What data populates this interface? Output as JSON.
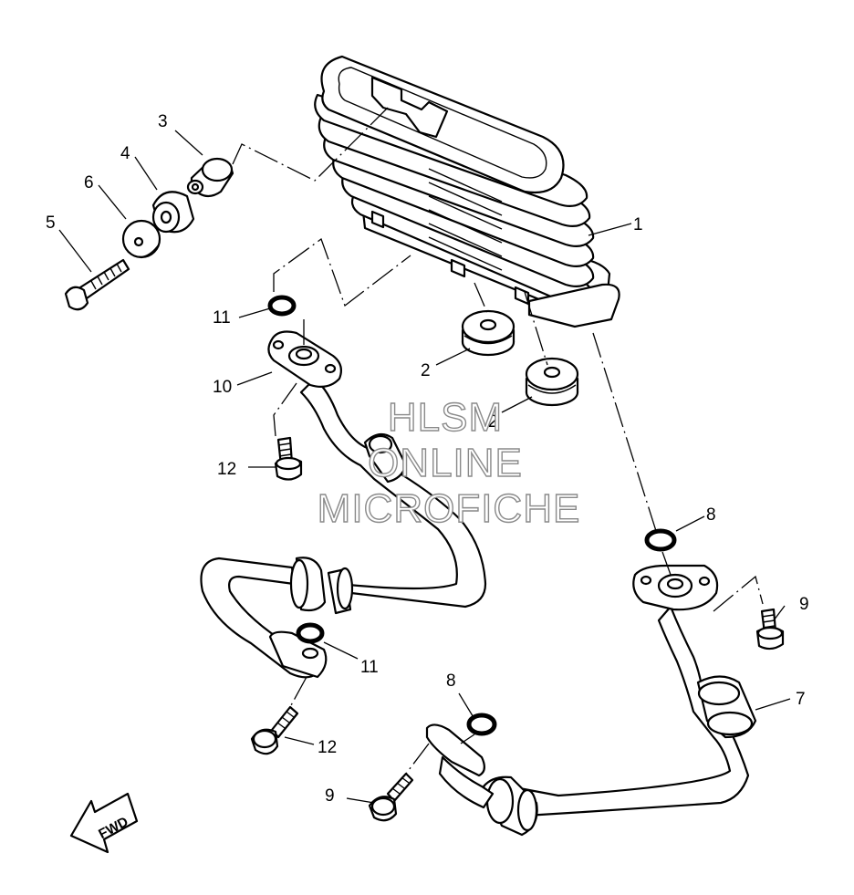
{
  "diagram": {
    "callouts": [
      {
        "id": "c1",
        "label": "1"
      },
      {
        "id": "c2",
        "label": "2"
      },
      {
        "id": "c2b",
        "label": "2"
      },
      {
        "id": "c3",
        "label": "3"
      },
      {
        "id": "c4",
        "label": "4"
      },
      {
        "id": "c5",
        "label": "5"
      },
      {
        "id": "c6",
        "label": "6"
      },
      {
        "id": "c7",
        "label": "7"
      },
      {
        "id": "c8a",
        "label": "8"
      },
      {
        "id": "c8b",
        "label": "8"
      },
      {
        "id": "c9a",
        "label": "9"
      },
      {
        "id": "c9b",
        "label": "9"
      },
      {
        "id": "c10",
        "label": "10"
      },
      {
        "id": "c11a",
        "label": "11"
      },
      {
        "id": "c11b",
        "label": "11"
      },
      {
        "id": "c12a",
        "label": "12"
      },
      {
        "id": "c12b",
        "label": "12"
      }
    ],
    "watermark": {
      "line1": "HLSM",
      "line2": "ONLINE",
      "line3": "MICROFICHE"
    },
    "direction_arrow": {
      "text": "FWD",
      "icon": "fwd-arrow-icon"
    }
  }
}
